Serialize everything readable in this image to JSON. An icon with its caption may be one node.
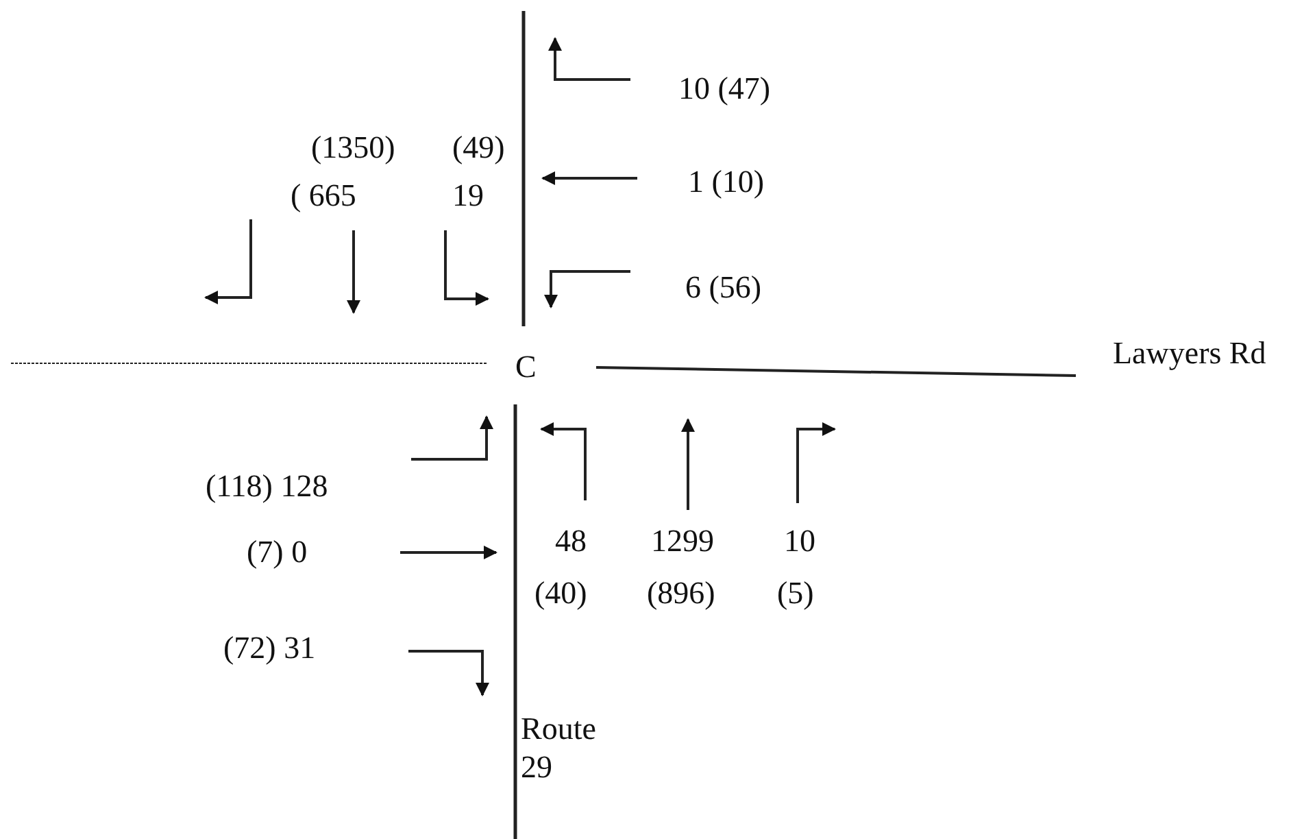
{
  "diagram": {
    "labels": [
      "10 (47)",
      "(1350)",
      "(49)",
      "( 665",
      "19",
      "1 (10)",
      "6 (56)",
      "C",
      "Lawyers Rd",
      "(118) 128",
      "48",
      "1299",
      "10",
      "(7) 0",
      "(40)",
      "(896)",
      "(5)",
      "(72) 31",
      "Route 29"
    ]
  }
}
